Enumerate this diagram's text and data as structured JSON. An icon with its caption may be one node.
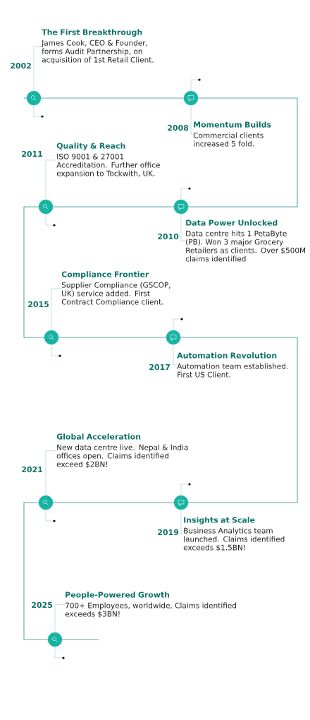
{
  "diagram": {
    "nodes": [
      {
        "text": [
          "The First Breakthrough",
          "James Cook, CEO & Founder, forms Audit Partnership, on acquisition of 1st Retail Client."
        ],
        "beside": [
          "2002"
        ]
      },
      {
        "text": [
          "Momentum Builds",
          "Commercial clients increased 5 fold."
        ],
        "beside": [
          "2008"
        ]
      },
      {
        "text": [
          "Quality & Reach",
          "ISO 9001 & 27001 Accreditation. Further office expansion to Tockwith, UK."
        ],
        "beside": [
          "2011"
        ]
      },
      {
        "text": [
          "Data Power Unlocked",
          "Data centre hits 1 PetaByte (PB). Won 3 major Grocery Retailers as clients. Over $500M claims identified"
        ],
        "beside": [
          "2010"
        ]
      },
      {
        "text": [
          "Compliance Frontier",
          "Supplier Compliance (GSCOP, UK) service added. First Contract Compliance client."
        ],
        "beside": [
          "2015"
        ]
      },
      {
        "text": [
          "Automation Revolution",
          "Automation team established. First US Client."
        ],
        "beside": [
          "2017"
        ]
      },
      {
        "text": [
          "Global Acceleration",
          "New data centre live. Nepal & India offices open. Claims identified exceed $2BN!"
        ],
        "beside": [
          "2021"
        ]
      },
      {
        "text": [
          "Insights at Scale",
          "Business Analytics team launched. Claims identified exceeds $1.5BN!"
        ],
        "beside": [
          "2019"
        ]
      },
      {
        "text": [
          "People-Powered Growth",
          " 700+ Employees, worldwide, Claims identified exceeds $3BN!"
        ],
        "beside": [
          "2025"
        ]
      },
      {
        "text": [],
        "shape": "circle"
      },
      {
        "text": [],
        "shape": "circle"
      },
      {
        "text": [],
        "shape": "circle"
      },
      {
        "text": [],
        "shape": "circle"
      },
      {
        "text": [],
        "shape": "circle"
      },
      {
        "text": [],
        "shape": "circle"
      },
      {
        "text": [],
        "shape": "circle"
      },
      {
        "text": [],
        "shape": "circle"
      },
      {
        "text": [],
        "shape": "circle"
      }
    ],
    "edges": [
      {
        "from": null,
        "to": 9,
        "arrow": "none"
      },
      {
        "from": 9,
        "to": 10,
        "arrow": "none"
      },
      {
        "from": 10,
        "to": 12,
        "arrow": "none"
      },
      {
        "from": 12,
        "to": 11,
        "arrow": "none"
      },
      {
        "from": 11,
        "to": 13,
        "arrow": "none"
      },
      {
        "from": 13,
        "to": 14,
        "arrow": "none"
      },
      {
        "from": 14,
        "to": 16,
        "arrow": "none"
      },
      {
        "from": 16,
        "to": 15,
        "arrow": "none"
      },
      {
        "from": 15,
        "to": 17,
        "arrow": "none"
      },
      {
        "from": 17,
        "to": null,
        "arrow": "none"
      },
      {
        "from": 9,
        "to": 0,
        "arrow": "none",
        "color": "#a8d5d0"
      },
      {
        "from": 10,
        "to": 1,
        "arrow": "none",
        "color": "#a8d5d0"
      },
      {
        "from": 11,
        "to": 2,
        "arrow": "none",
        "color": "#a8d5d0"
      },
      {
        "from": 12,
        "to": 3,
        "arrow": "none",
        "color": "#a8d5d0"
      },
      {
        "from": 13,
        "to": 4,
        "arrow": "none",
        "color": "#a8d5d0"
      },
      {
        "from": 14,
        "to": 5,
        "arrow": "none",
        "color": "#a8d5d0"
      },
      {
        "from": 15,
        "to": 6,
        "arrow": "none",
        "color": "#a8d5d0"
      },
      {
        "from": 16,
        "to": 7,
        "arrow": "none",
        "color": "#a8d5d0"
      },
      {
        "from": 17,
        "to": 8,
        "arrow": "none",
        "color": "#a8d5d0"
      }
    ]
  }
}
